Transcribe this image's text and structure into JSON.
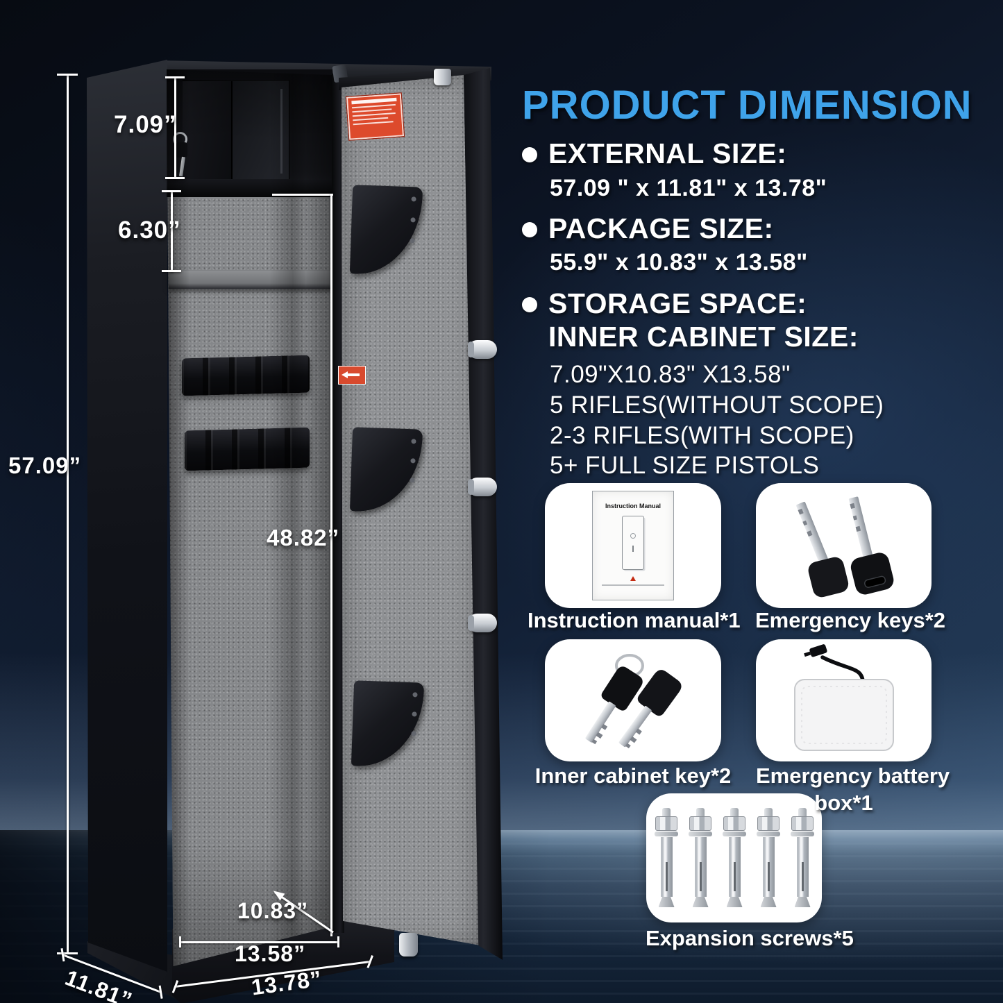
{
  "title": "PRODUCT DIMENSION",
  "colors": {
    "accent": "#3fa3ea",
    "sticker_red": "#dd4a2c",
    "background_navy": "#0b1220"
  },
  "external": {
    "heading": "EXTERNAL SIZE:",
    "value": "57.09 \" x 11.81\" x 13.78\""
  },
  "package": {
    "heading": "PACKAGE SIZE:",
    "value": "55.9\" x 10.83\" x 13.58\""
  },
  "storage": {
    "heading1": "STORAGE SPACE:",
    "heading2": "INNER CABINET SIZE:",
    "lines": [
      "7.09\"X10.83\" X13.58\"",
      "5 RIFLES(WITHOUT SCOPE)",
      "2-3 RIFLES(WITH SCOPE)",
      "5+ FULL SIZE PISTOLS"
    ]
  },
  "dims": {
    "height": "57.09”",
    "top_box": "7.09”",
    "shelf_gap": "6.30”",
    "inner_height": "48.82”",
    "inner_depth": "10.83”",
    "inner_width": "13.58”",
    "outer_width": "13.78”",
    "outer_depth": "11.81”"
  },
  "accessories": [
    {
      "label": "Instruction manual*1"
    },
    {
      "label": "Emergency keys*2"
    },
    {
      "label": "Inner cabinet key*2"
    },
    {
      "label": "Emergency battery",
      "label2": "box*1"
    },
    {
      "label": "Expansion screws*5"
    }
  ],
  "manual_title": "Instruction Manual"
}
